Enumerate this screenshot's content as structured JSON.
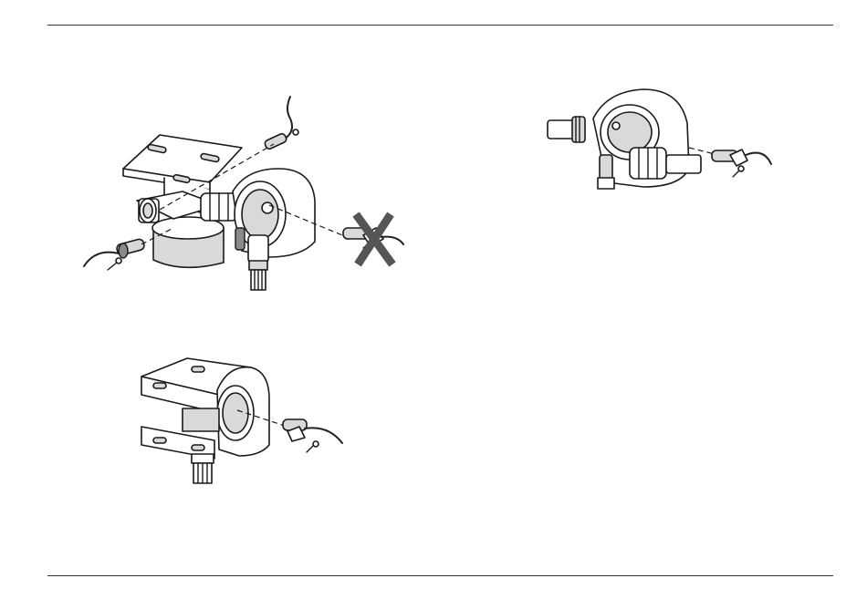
{
  "page": {
    "figures": [
      {
        "id": "fig-a",
        "depicts": "valve-bracket-exploded-view-with-incorrect-sensor-position-crossed-out"
      },
      {
        "id": "fig-b",
        "depicts": "valve-with-sensor-inserted-at-front"
      },
      {
        "id": "fig-c",
        "depicts": "valve-mounted-on-bracket-with-sensor"
      }
    ],
    "colors": {
      "rule": "#333333",
      "line_art": "#1a1a1a",
      "shading": "#d9d9d9",
      "cross_mark": "#555555"
    },
    "icons": [
      "cross-mark-icon",
      "screw-icon",
      "sensor-probe-icon"
    ]
  }
}
